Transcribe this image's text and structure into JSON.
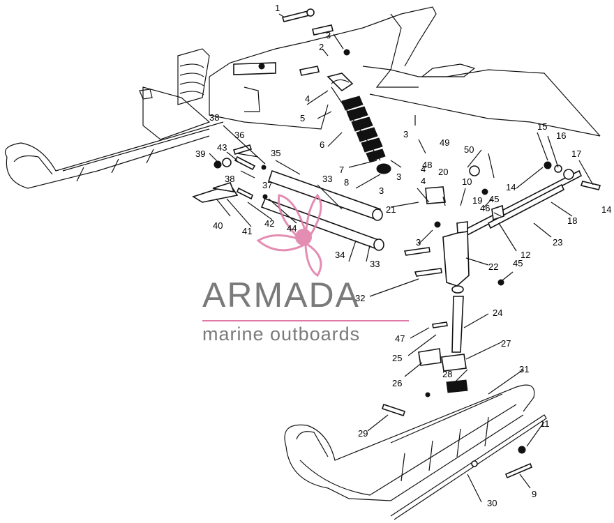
{
  "diagram": {
    "callouts": [
      {
        "id": "c1",
        "text": "1"
      },
      {
        "id": "c2",
        "text": "2"
      },
      {
        "id": "c3a",
        "text": "3"
      },
      {
        "id": "c3b",
        "text": "3"
      },
      {
        "id": "c3c",
        "text": "3"
      },
      {
        "id": "c3d",
        "text": "3"
      },
      {
        "id": "c3e",
        "text": "3"
      },
      {
        "id": "c4a",
        "text": "4"
      },
      {
        "id": "c4b",
        "text": "4"
      },
      {
        "id": "c4c",
        "text": "4"
      },
      {
        "id": "c5",
        "text": "5"
      },
      {
        "id": "c6",
        "text": "6"
      },
      {
        "id": "c7",
        "text": "7"
      },
      {
        "id": "c8",
        "text": "8"
      },
      {
        "id": "c9",
        "text": "9"
      },
      {
        "id": "c10",
        "text": "10"
      },
      {
        "id": "c11",
        "text": "11"
      },
      {
        "id": "c12",
        "text": "12"
      },
      {
        "id": "c14a",
        "text": "14"
      },
      {
        "id": "c14b",
        "text": "14"
      },
      {
        "id": "c15",
        "text": "15"
      },
      {
        "id": "c16",
        "text": "16"
      },
      {
        "id": "c17",
        "text": "17"
      },
      {
        "id": "c18",
        "text": "18"
      },
      {
        "id": "c19",
        "text": "19"
      },
      {
        "id": "c20",
        "text": "20"
      },
      {
        "id": "c21",
        "text": "21"
      },
      {
        "id": "c22",
        "text": "22"
      },
      {
        "id": "c23",
        "text": "23"
      },
      {
        "id": "c24",
        "text": "24"
      },
      {
        "id": "c25",
        "text": "25"
      },
      {
        "id": "c26",
        "text": "26"
      },
      {
        "id": "c27",
        "text": "27"
      },
      {
        "id": "c28",
        "text": "28"
      },
      {
        "id": "c29",
        "text": "29"
      },
      {
        "id": "c30",
        "text": "30"
      },
      {
        "id": "c31",
        "text": "31"
      },
      {
        "id": "c32",
        "text": "32"
      },
      {
        "id": "c33a",
        "text": "33"
      },
      {
        "id": "c33b",
        "text": "33"
      },
      {
        "id": "c34",
        "text": "34"
      },
      {
        "id": "c35",
        "text": "35"
      },
      {
        "id": "c36",
        "text": "36"
      },
      {
        "id": "c37",
        "text": "37"
      },
      {
        "id": "c38a",
        "text": "38"
      },
      {
        "id": "c38b",
        "text": "38"
      },
      {
        "id": "c39",
        "text": "39"
      },
      {
        "id": "c40",
        "text": "40"
      },
      {
        "id": "c41",
        "text": "41"
      },
      {
        "id": "c42",
        "text": "42"
      },
      {
        "id": "c43",
        "text": "43"
      },
      {
        "id": "c44",
        "text": "44"
      },
      {
        "id": "c45a",
        "text": "45"
      },
      {
        "id": "c45b",
        "text": "45"
      },
      {
        "id": "c46",
        "text": "46"
      },
      {
        "id": "c47",
        "text": "47"
      },
      {
        "id": "c48",
        "text": "48"
      },
      {
        "id": "c49",
        "text": "49"
      },
      {
        "id": "c50",
        "text": "50"
      }
    ]
  },
  "watermark": {
    "brand": "ARMADA",
    "tagline": "marine outboards",
    "logo_icon": "propeller-logo-icon",
    "color_text": "#7a7a7a",
    "color_accent": "#e07aa6"
  }
}
